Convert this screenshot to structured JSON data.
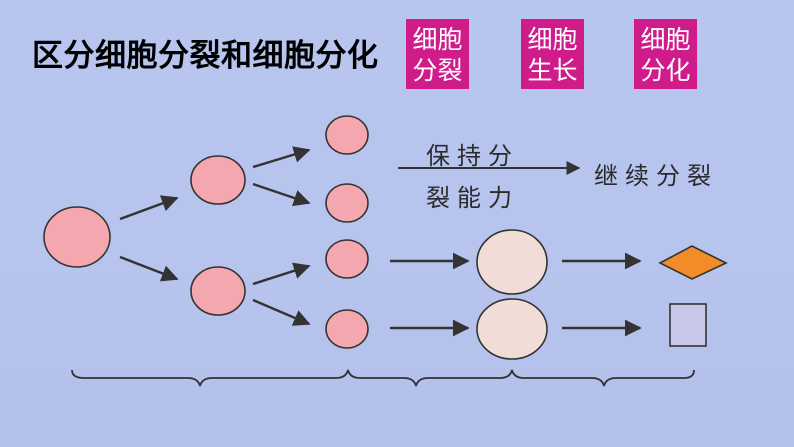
{
  "title": "区分细胞分裂和细胞分化",
  "badges": [
    {
      "line1": "细胞",
      "line2": "分裂",
      "color": "#d01c8b"
    },
    {
      "line1": "细胞",
      "line2": "生长",
      "color": "#d01c8b"
    },
    {
      "line1": "细胞",
      "line2": "分化",
      "color": "#d01c8b"
    }
  ],
  "annotations": {
    "keep_ability_line1": "保持分",
    "keep_ability_line2": "裂能力",
    "continue_division": "继续分裂"
  },
  "colors": {
    "background": "#b7c5ef",
    "small_cell": "#f4a7ae",
    "grown_cell": "#f1dcd8",
    "diamond": "#f28c28",
    "rectangle": "#c9c7ea",
    "arrow": "#333333",
    "badge": "#d01c8b"
  }
}
